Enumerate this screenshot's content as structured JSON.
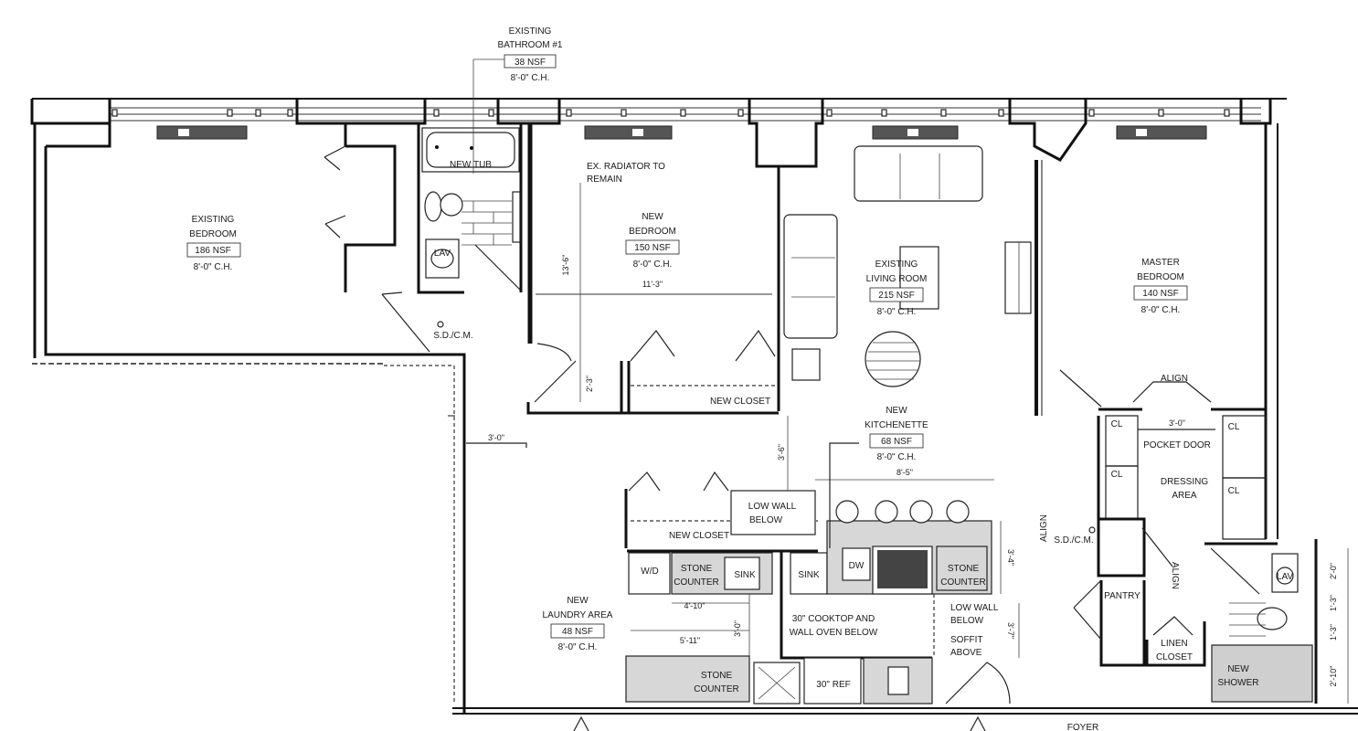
{
  "rooms": {
    "bath1": {
      "l1": "EXISTING",
      "l2": "BATHROOM #1",
      "area": "38 NSF",
      "ch": "8'-0\" C.H."
    },
    "bed_existing": {
      "l1": "EXISTING",
      "l2": "BEDROOM",
      "area": "186 NSF",
      "ch": "8'-0\" C.H."
    },
    "bed_new": {
      "l1": "NEW",
      "l2": "BEDROOM",
      "area": "150 NSF",
      "ch": "8'-0\" C.H."
    },
    "living": {
      "l1": "EXISTING",
      "l2": "LIVING ROOM",
      "area": "215 NSF",
      "ch": "8'-0\" C.H."
    },
    "master": {
      "l1": "MASTER",
      "l2": "BEDROOM",
      "area": "140 NSF",
      "ch": "8'-0\" C.H."
    },
    "kitchenette": {
      "l1": "NEW",
      "l2": "KITCHENETTE",
      "area": "68 NSF",
      "ch": "8'-0\" C.H."
    },
    "laundry": {
      "l1": "NEW",
      "l2": "LAUNDRY AREA",
      "area": "48 NSF",
      "ch": "8'-0\" C.H."
    },
    "dressing": {
      "l1": "DRESSING",
      "l2": "AREA"
    }
  },
  "notes": {
    "new_tub": "NEW TUB",
    "radiator1": "EX. RADIATOR TO",
    "radiator2": "REMAIN",
    "sdcm1": "S.D./C.M.",
    "sdcm2": "S.D./C.M.",
    "lav1": "LAV",
    "lav2": "LAV",
    "new_closet1": "NEW CLOSET",
    "new_closet2": "NEW CLOSET",
    "low_wall_a": "LOW WALL",
    "low_wall_b": "BELOW",
    "low_wall2_a": "LOW WALL",
    "low_wall2_b": "BELOW",
    "soffit_a": "SOFFIT",
    "soffit_b": "ABOVE",
    "wd": "W/D",
    "stone1_a": "STONE",
    "stone1_b": "COUNTER",
    "stone2_a": "STONE",
    "stone2_b": "COUNTER",
    "stone3_a": "STONE",
    "stone3_b": "COUNTER",
    "sink1": "SINK",
    "sink2": "SINK",
    "dw": "DW",
    "cooktop_a": "30\" COOKTOP AND",
    "cooktop_b": "WALL OVEN BELOW",
    "ref": "30\" REF",
    "pantry": "PANTRY",
    "linen_a": "LINEN",
    "linen_b": "CLOSET",
    "pocket_door": "POCKET DOOR",
    "align1": "ALIGN",
    "align2": "ALIGN",
    "align3": "ALIGN",
    "cl1": "CL",
    "cl2": "CL",
    "cl3": "CL",
    "cl4": "CL",
    "new_shower_a": "NEW",
    "new_shower_b": "SHOWER",
    "foyer": "FOYER"
  },
  "dims": {
    "d_13_6": "13'-6\"",
    "d_11_3": "11'-3\"",
    "d_2_3": "2'-3\"",
    "d_3_0a": "3'-0\"",
    "d_3_6": "3'-6\"",
    "d_8_5": "8'-5\"",
    "d_3_4": "3'-4\"",
    "d_3_7": "3'-7\"",
    "d_4_10": "4'-10\"",
    "d_5_11": "5'-11\"",
    "d_3_0b": "3'-0\"",
    "d_3_0c": "3'-0\"",
    "d_2_0": "2'-0\"",
    "d_1_3a": "1'-3\"",
    "d_1_3b": "1'-3\"",
    "d_2_10": "2'-10\""
  }
}
